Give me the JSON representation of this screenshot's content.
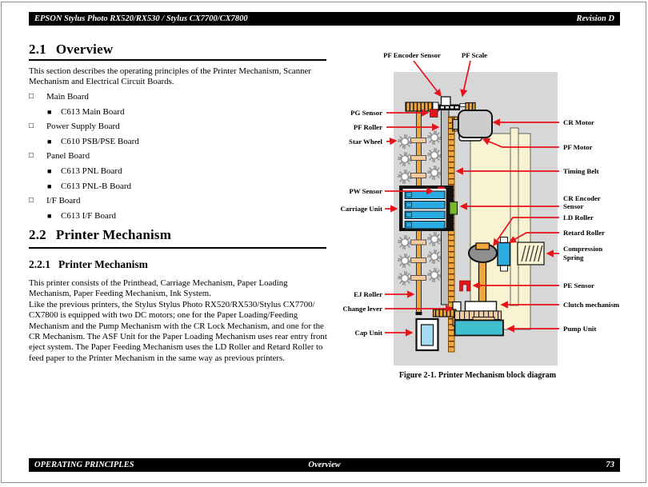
{
  "header": {
    "left": "EPSON Stylus Photo RX520/RX530 / Stylus CX7700/CX7800",
    "right": "Revision D"
  },
  "footer": {
    "left": "OPERATING PRINCIPLES",
    "center": "Overview",
    "page_number": "73"
  },
  "icons": {
    "bullet_level1": "□",
    "bullet_level2": "■"
  },
  "overview": {
    "number": "2.1",
    "title": "Overview",
    "intro_lines": [
      "This section describes the operating principles of the Printer Mechanism, Scanner",
      "Mechanism and Electrical Circuit Boards."
    ],
    "list": [
      {
        "level": 1,
        "text": "Main Board"
      },
      {
        "level": 2,
        "text": "C613 Main Board"
      },
      {
        "level": 1,
        "text": "Power Supply Board"
      },
      {
        "level": 2,
        "text": "C610 PSB/PSE Board"
      },
      {
        "level": 1,
        "text": "Panel Board"
      },
      {
        "level": 2,
        "text": "C613 PNL Board"
      },
      {
        "level": 2,
        "text": "C613 PNL-B Board"
      },
      {
        "level": 1,
        "text": "I/F Board"
      },
      {
        "level": 2,
        "text": "C613 I/F Board"
      }
    ]
  },
  "printer_mechanism": {
    "number": "2.2",
    "title": "Printer Mechanism",
    "sub_number": "2.2.1",
    "sub_title": "Printer Mechanism",
    "body_lines": [
      "This printer consists of the Printhead, Carriage Mechanism, Paper Loading",
      "Mechanism, Paper Feeding Mechanism, Ink System.",
      "Like the previous printers, the Stylus Stylus Photo RX520/RX530/Stylus CX7700/",
      "CX7800 is equipped with two DC motors; one for the Paper Loading/Feeding",
      "Mechanism and the Pump Mechanism with the CR Lock Mechanism, and one for the",
      "CR Mechanism. The ASF Unit for the Paper Loading Mechanism uses rear entry front",
      "eject system. The Paper Feeding Mechanism uses the LD Roller and Retard Roller to",
      "feed paper to the Printer Mechanism in the same way as previous printers."
    ]
  },
  "figure": {
    "caption": "Figure 2-1.  Printer Mechanism block diagram",
    "labels": {
      "pf_encoder_sensor": "PF Encoder Sensor",
      "pf_scale": "PF Scale",
      "pg_sensor": "PG Sensor",
      "pf_roller": "PF Roller",
      "star_wheel": "Star Wheel",
      "pw_sensor": "PW Sensor",
      "carriage_unit": "Carriage Unit",
      "ej_roller": "EJ Roller",
      "change_lever": "Change lever",
      "cap_unit": "Cap Unit",
      "cr_motor": "CR Motor",
      "pf_motor": "PF Motor",
      "timing_belt": "Timing Belt",
      "cr_encoder_sensor_line1": "CR Encoder",
      "cr_encoder_sensor_line2": "Sensor",
      "ld_roller": "LD Roller",
      "retard_roller": "Retard Roller",
      "compression_spring_line1": "Compression",
      "compression_spring_line2": "Spring",
      "pe_sensor": "PE Sensor",
      "clutch_mechanism": "Clutch mechanism",
      "pump_unit": "Pump Unit"
    }
  },
  "colors": {
    "bar_black": "#000000",
    "accent_red": "#E8121A",
    "diagram_background": "#D7D7D7",
    "frame_cream": "#FAF3D2",
    "shaft_orange": "#F2A73D",
    "roller_tan": "#F5CB9B",
    "ink_cyan": "#2AACE3",
    "pump_teal": "#40BFCE",
    "cap_inner_blue": "#A6DCF2",
    "sensor_green": "#77B52B",
    "motor_gray": "#CDCDCD",
    "ld_roller_gray": "#8F8F8F"
  }
}
